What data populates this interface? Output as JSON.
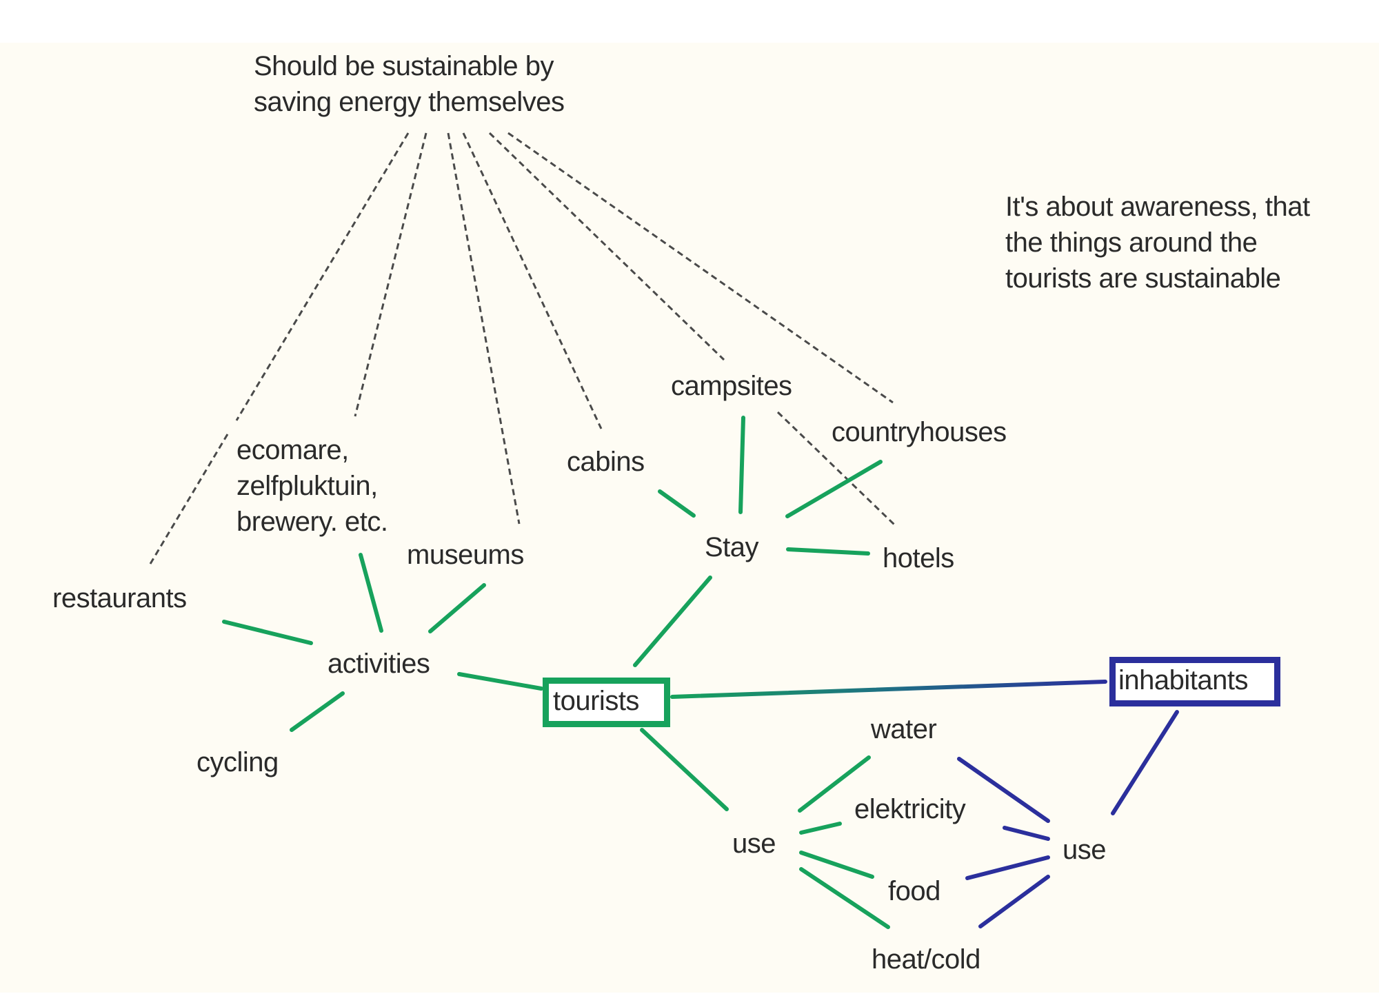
{
  "diagram": {
    "title_note": [
      "Should be sustainable by",
      "saving energy themselves"
    ],
    "side_note": [
      "It's about awareness, that",
      "the things around the",
      "tourists are sustainable"
    ],
    "nodes": {
      "restaurants": "restaurants",
      "ecomare": [
        "ecomare,",
        "zelfpluktuin,",
        "brewery. etc."
      ],
      "museums": "museums",
      "cabins": "cabins",
      "campsites": "campsites",
      "countryhouses": "countryhouses",
      "stay": "Stay",
      "hotels": "hotels",
      "activities": "activities",
      "cycling": "cycling",
      "tourists": "tourists",
      "inhabitants": "inhabitants",
      "water": "water",
      "elektricity": "elektricity",
      "food": "food",
      "heat_cold": "heat/cold",
      "use_tourists": "use",
      "use_inhabitants": "use"
    },
    "colors": {
      "tourist_links": "#17a25c",
      "inhabitant_links": "#2b2f9c",
      "dashed_links": "#4a4a4a",
      "background": "#fefcf4"
    }
  }
}
